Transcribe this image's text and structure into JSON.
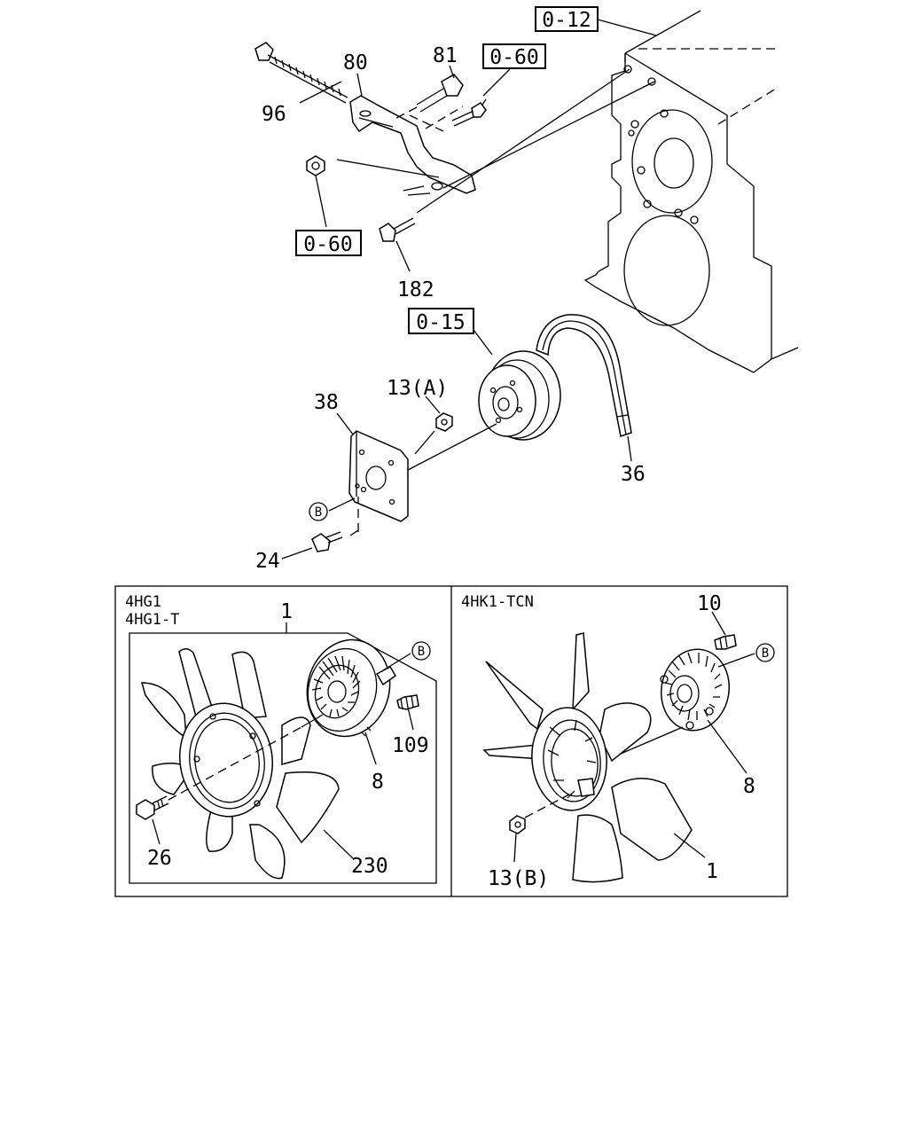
{
  "references": {
    "ref_0_12": "0-12",
    "ref_0_60_top": "0-60",
    "ref_0_60_left": "0-60",
    "ref_0_15": "0-15"
  },
  "callouts": {
    "c96": "96",
    "c80": "80",
    "c81": "81",
    "c182": "182",
    "c38": "38",
    "c13a": "13(A)",
    "c36": "36",
    "c24": "24",
    "b_marker": "B"
  },
  "panel_left": {
    "engine_line1": "4HG1",
    "engine_line2": "4HG1-T",
    "c1": "1",
    "c109": "109",
    "c8": "8",
    "c26": "26",
    "c230": "230",
    "b_marker": "B"
  },
  "panel_right": {
    "engine": "4HK1-TCN",
    "c10": "10",
    "c8": "8",
    "c1": "1",
    "c13b": "13(B)",
    "b_marker": "B"
  }
}
